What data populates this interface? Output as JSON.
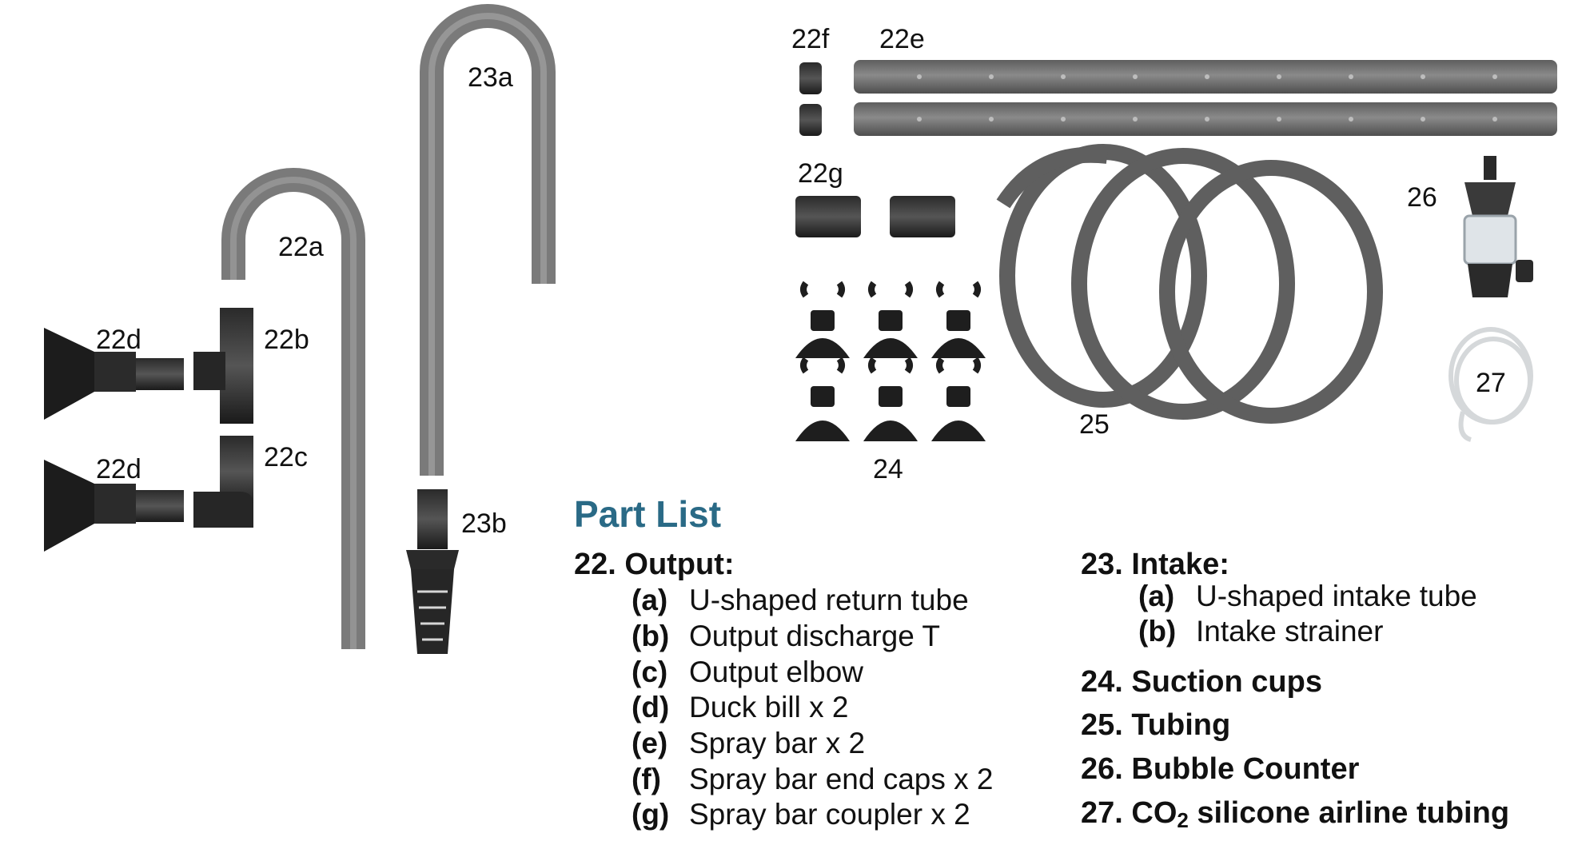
{
  "part_labels": {
    "p22a": "22a",
    "p22b": "22b",
    "p22c": "22c",
    "p22d_top": "22d",
    "p22d_bottom": "22d",
    "p22e": "22e",
    "p22f": "22f",
    "p22g": "22g",
    "p23a": "23a",
    "p23b": "23b",
    "p24": "24",
    "p25": "25",
    "p26": "26",
    "p27": "27"
  },
  "part_list": {
    "title": "Part List",
    "output": {
      "heading": "22. Output:",
      "items": [
        {
          "letter": "(a)",
          "text": "U-shaped return tube"
        },
        {
          "letter": "(b)",
          "text": "Output discharge T"
        },
        {
          "letter": "(c)",
          "text": "Output elbow"
        },
        {
          "letter": "(d)",
          "text": "Duck bill x 2"
        },
        {
          "letter": "(e)",
          "text": "Spray bar x 2"
        },
        {
          "letter": "(f)",
          "text": "Spray bar end caps x 2"
        },
        {
          "letter": "(g)",
          "text": "Spray bar coupler x 2"
        }
      ]
    },
    "intake": {
      "heading": "23. Intake:",
      "items": [
        {
          "letter": "(a)",
          "text": "U-shaped intake tube"
        },
        {
          "letter": "(b)",
          "text": "Intake strainer"
        }
      ]
    },
    "others": {
      "i24": "24. Suction cups",
      "i25": "25. Tubing",
      "i26": "26. Bubble Counter",
      "i27_prefix": "27. CO",
      "i27_sub": "2",
      "i27_suffix": " silicone airline tubing"
    }
  },
  "colors": {
    "title": "#2a6a86",
    "tube_gray": "#7d7d7d",
    "part_black": "#1f1f1f",
    "text": "#111111"
  }
}
